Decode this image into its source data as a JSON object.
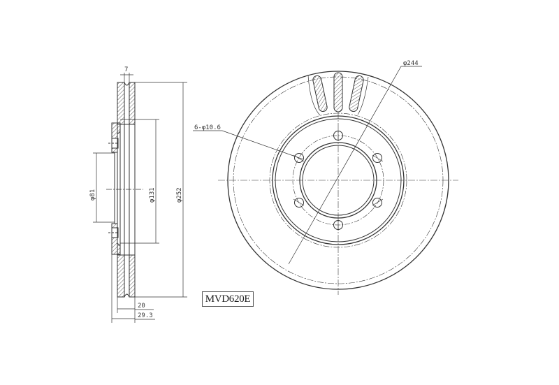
{
  "drawing": {
    "title": "Brake disc technical drawing",
    "model_code": "MVD620E",
    "colors": {
      "line": "#333333",
      "background": "#ffffff"
    },
    "side_view": {
      "dimensions": {
        "rotor_gap_width": "7",
        "outer_diameter": "φ252",
        "hub_diameter": "φ131",
        "center_bore_diameter": "φ81",
        "disc_thickness": "20",
        "total_height": "29.3"
      }
    },
    "front_view": {
      "dimensions": {
        "effective_diameter": "φ244",
        "bolt_holes": "6-φ10.6"
      },
      "bolt_hole_count": 6
    }
  }
}
